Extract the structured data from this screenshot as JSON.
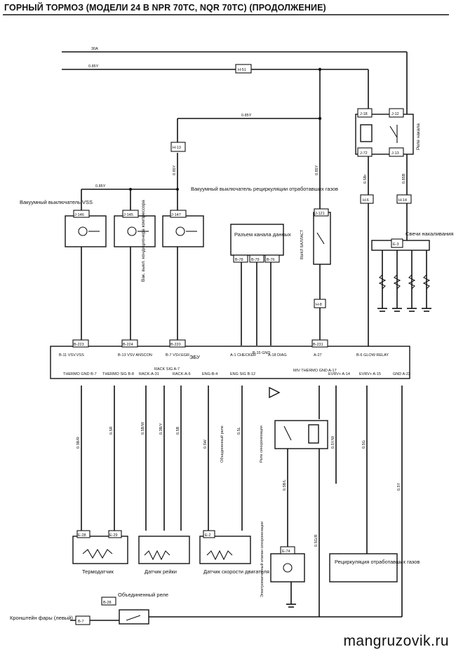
{
  "title": "ГОРНЫЙ ТОРМОЗ (МОДЕЛИ 24 В NPR 70ТС, NQR 70ТС) (ПРОДОЛЖЕНИЕ)",
  "watermark": "mangruzovik.ru",
  "labels": {
    "vss_switch": "Вакуумный выключатель VSS",
    "egr_switch": "Вакуумный выключатель рециркуляции отработавших газов",
    "compressor_switch": "Вак. выкл. кондиционера компрессора",
    "data_connector": "Разъем канала данных",
    "heater_relay": "Реле накала",
    "glow_plugs": "Свечи накаливания",
    "ecu": "ЭБУ",
    "sync_relay": "Реле синхронизации",
    "egr_valve": "Электромагнитный клапан синхронизации",
    "thermo_sensor": "Термодатчик",
    "rack_sensor": "Датчик рейки",
    "speed_sensor": "Датчик скорости двигателя",
    "recirc": "Рециркуляция отработавших газов",
    "combined_relay": "Объединенный реле",
    "combined_relay_small": "Объединенный реле",
    "headlight_bracket": "Кронштейн фары (левый)",
    "switch_vertical": "ВЫКЛ БАЛЛАСТ"
  },
  "wires": {
    "w1": "30A",
    "w2": "0.85Y",
    "w3": "0.85Y",
    "w4": "0.85Y",
    "w5": "0.85Y",
    "w6": "0.85Y",
    "w7": "0.5Br",
    "w8": "0.85B",
    "w9": "0.3B/R",
    "w10": "0.5R",
    "w11": "0.5B/W",
    "w12": "0.3B/Y",
    "w13": "0.5B",
    "w14": "0.5W",
    "w15": "0.5L",
    "w16": "0.5G",
    "w17": "0.5Y",
    "w18": "0.5B/L",
    "w19": "0.5Y/W",
    "w20": "0.5G/R"
  },
  "connectors": {
    "h51": "H-51",
    "h13": "H-13",
    "j18": "J-18",
    "j12": "J-12",
    "j13": "J-13",
    "j72": "J-72",
    "h6": "H-6",
    "h14": "H-14",
    "e3": "E-3",
    "j146": "J-146",
    "j145": "J-145",
    "j147": "J-147",
    "b78": "B-78",
    "b79": "B-79",
    "b76": "B-76",
    "j121": "J-121",
    "h8": "H-8",
    "b223": "B-223",
    "b231": "B-231",
    "b224": "B-224",
    "b220": "B-220",
    "e28": "E-28",
    "e29": "E-29",
    "e2": "E-2",
    "e74": "E-74",
    "b7": "B-7",
    "b28": "B-28"
  },
  "ecu_pins": {
    "p1": "B-11 VSV.VSS",
    "p2": "B-13 VSV ANSCON",
    "p3": "B-7 VSV.EGR",
    "p4": "A-1 CHECKER",
    "p5": "B-15 GND",
    "p6": "A-18 DIAG",
    "p7": "A-27",
    "p8": "B-6 GLOW RELAY",
    "p9": "THERMO GND B-7",
    "p10": "THERMO SIG B-8",
    "p11": "RACK-A-31",
    "p12": "RACK SIG A-7",
    "p13": "RACK-A-6",
    "p14": "ENG-B-4",
    "p15": "ENG SIG B-12",
    "p16": "MIV THERMO GND A-17",
    "p17": "EVRV+ A-14",
    "p18": "EVRV+ A-15",
    "p19": "GND A-22"
  }
}
